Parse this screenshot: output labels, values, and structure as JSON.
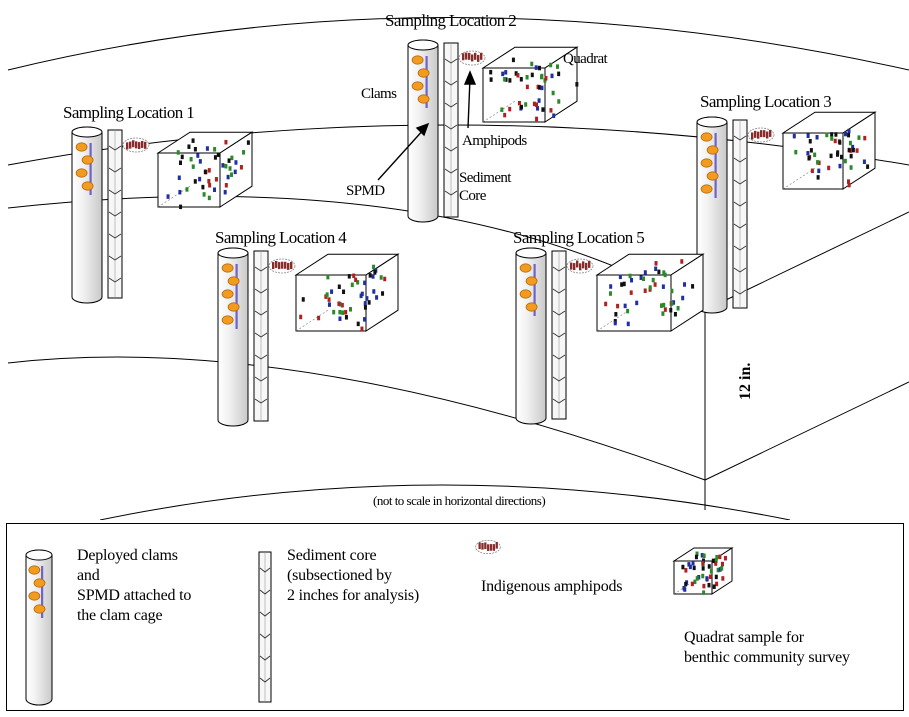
{
  "locations": [
    {
      "label": "Sampling Location  1"
    },
    {
      "label": "Sampling Location 2"
    },
    {
      "label": "Sampling Location 3"
    },
    {
      "label": "Sampling Location 4"
    },
    {
      "label": "Sampling Location 5"
    }
  ],
  "callouts": {
    "clams": "Clams",
    "quadrat": "Quadrat",
    "amphipods": "Amphipods",
    "spmd": "SPMD",
    "sediment_line1": "Sediment",
    "sediment_line2": "Core"
  },
  "depth_label": "12 in.",
  "scale_note": "(not to scale in horizontal directions)",
  "legend": {
    "clams": [
      "Deployed clams",
      "and",
      "SPMD attached to",
      "the clam cage"
    ],
    "core": [
      "Sediment core",
      "(subsectioned by",
      "2 inches for analysis)"
    ],
    "amphipods": [
      "Indigenous amphipods"
    ],
    "quadrat": [
      "Quadrat sample for",
      "benthic community survey"
    ]
  },
  "colors": {
    "clam": "#f39b1f",
    "clam_stroke": "#b26a10",
    "spmd": "#6f63c9",
    "amphipod": "#8a2a2a",
    "quadrat_marks": [
      "#2a8a2a",
      "#1f2fa0",
      "#b02020",
      "#101010"
    ]
  }
}
